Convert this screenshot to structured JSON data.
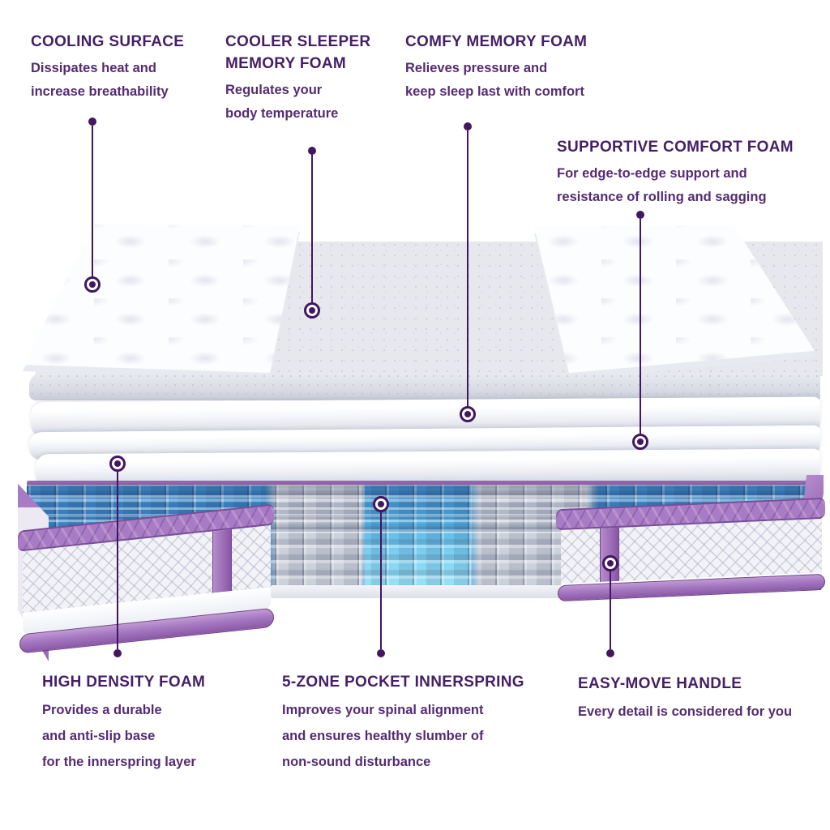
{
  "page": {
    "background": "#ffffff"
  },
  "colors": {
    "heading_text": "#451f66",
    "body_text": "#542b72",
    "leader_line": "#42175f",
    "trim_purple": "#a87cc4",
    "coil_blue": "#3e8fd0",
    "coil_cyan": "#86d8f5",
    "coil_gray": "#ccd2db",
    "foam_white": "#ffffff",
    "foam_gray_speckle": "#e7e8ee"
  },
  "callouts": {
    "cooling_surface": {
      "title_lines": [
        "COOLING SURFACE"
      ],
      "body_lines": [
        "Dissipates heat and",
        "increase breathability"
      ]
    },
    "cooler_sleeper": {
      "title_lines": [
        "COOLER SLEEPER",
        "MEMORY FOAM"
      ],
      "body_lines": [
        "Regulates your",
        "body temperature"
      ]
    },
    "comfy_memory": {
      "title_lines": [
        "COMFY MEMORY FOAM"
      ],
      "body_lines": [
        "Relieves pressure and",
        "keep sleep last with comfort"
      ]
    },
    "supportive_comfort": {
      "title_lines": [
        "SUPPORTIVE COMFORT FOAM"
      ],
      "body_lines": [
        "For edge-to-edge support and",
        "resistance of rolling and sagging"
      ]
    },
    "high_density": {
      "title_lines": [
        "HIGH DENSITY FOAM"
      ],
      "body_lines": [
        "Provides a durable",
        "and anti-slip base",
        "for the innerspring layer"
      ]
    },
    "five_zone": {
      "title_lines": [
        "5-ZONE POCKET INNERSPRING"
      ],
      "body_lines": [
        "Improves your spinal alignment",
        "and ensures healthy slumber of",
        "non-sound disturbance"
      ]
    },
    "easy_move": {
      "title_lines": [
        "EASY-MOVE HANDLE"
      ],
      "body_lines": [
        "Every detail is considered for you"
      ]
    }
  }
}
